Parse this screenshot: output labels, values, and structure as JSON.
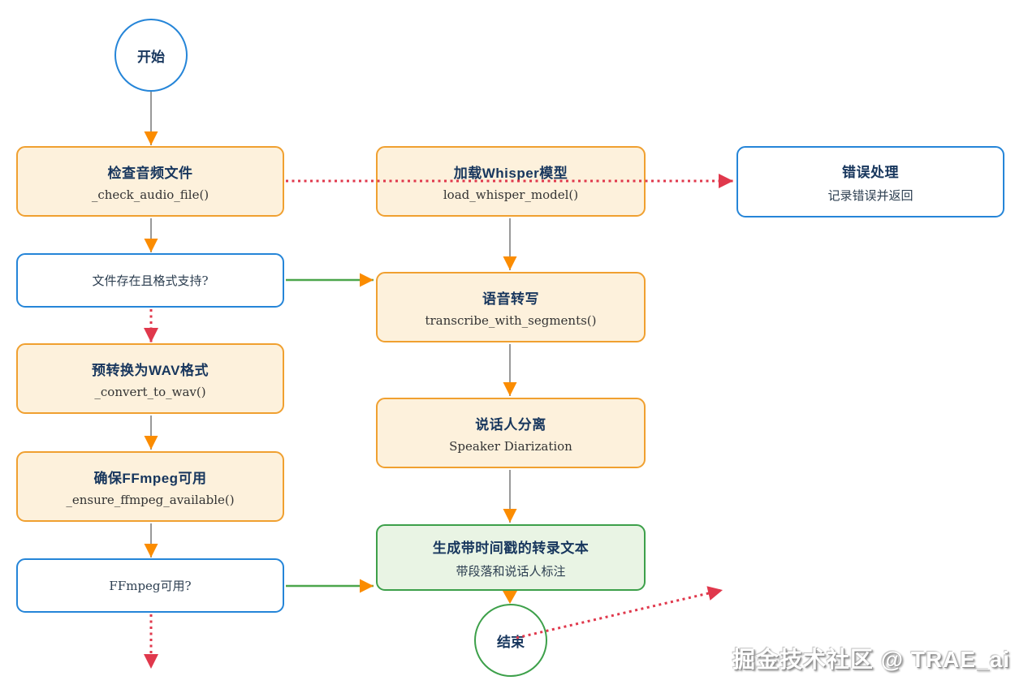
{
  "nodes": {
    "start": {
      "label": "开始"
    },
    "check_audio": {
      "title": "检查音频文件",
      "subtitle": "_check_audio_file()"
    },
    "format_decision": {
      "label": "文件存在且格式支持?"
    },
    "convert_wav": {
      "title": "预转换为WAV格式",
      "subtitle": "_convert_to_wav()"
    },
    "ensure_ffmpeg": {
      "title": "确保FFmpeg可用",
      "subtitle": "_ensure_ffmpeg_available()"
    },
    "ffmpeg_decision": {
      "label": "FFmpeg可用?"
    },
    "load_whisper": {
      "title": "加载Whisper模型",
      "subtitle": "load_whisper_model()"
    },
    "transcribe": {
      "title": "语音转写",
      "subtitle": "transcribe_with_segments()"
    },
    "diarization": {
      "title": "说话人分离",
      "subtitle": "Speaker Diarization"
    },
    "output": {
      "title": "生成带时间戳的转录文本",
      "subtitle": "带段落和说话人标注"
    },
    "end": {
      "label": "结束"
    },
    "error": {
      "title": "错误处理",
      "subtitle": "记录错误并返回"
    }
  },
  "watermark": {
    "text": "掘金技术社区 @ TRAE_ai"
  },
  "colors": {
    "process_border": "#F0A030",
    "process_fill": "#FDF1DC",
    "decision_border": "#2585D8",
    "success_border": "#3DA04A",
    "success_fill": "#E9F4E4",
    "edge_gray": "#999999",
    "edge_green": "#4CA64C",
    "arrowhead_orange": "#FB8C00",
    "arrowhead_red": "#E0384C",
    "title_text": "#17365D"
  }
}
